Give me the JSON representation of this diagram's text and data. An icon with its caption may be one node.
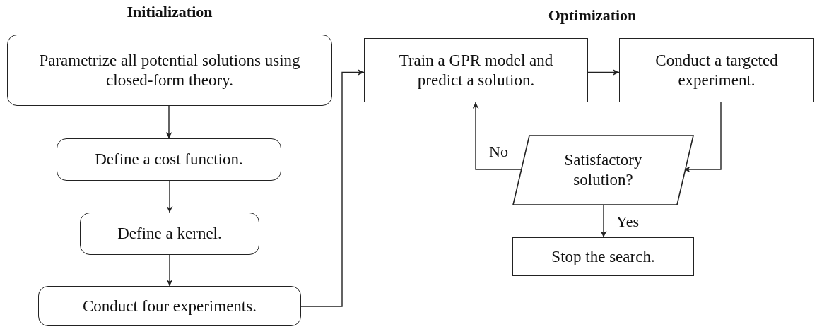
{
  "diagram": {
    "nodes": [
      {
        "text": [
          "Parametrize all potential solutions using closed-form theory."
        ]
      },
      {
        "text": [
          "Define a cost function."
        ]
      },
      {
        "text": [
          "Define a kernel."
        ]
      },
      {
        "text": [
          "Conduct four experiments."
        ]
      },
      {
        "text": [
          "Train a GPR model and predict a solution."
        ]
      },
      {
        "text": [
          "Conduct a targeted experiment."
        ]
      },
      {
        "text": [
          "Satisfactory solution?"
        ]
      },
      {
        "text": [
          "Stop the search."
        ]
      }
    ],
    "edges": [
      {
        "from": 0,
        "to": 1,
        "arrow": "to"
      },
      {
        "from": 1,
        "to": 2,
        "arrow": "to"
      },
      {
        "from": 2,
        "to": 3,
        "arrow": "to"
      },
      {
        "from": 3,
        "to": 4,
        "arrow": "to"
      },
      {
        "from": 4,
        "to": 5,
        "arrow": "to"
      },
      {
        "from": 5,
        "to": 6,
        "arrow": "to"
      },
      {
        "from": 6,
        "to": 4,
        "arrow": "to",
        "label": "No"
      },
      {
        "from": 6,
        "to": 7,
        "arrow": "to",
        "label": "Yes"
      }
    ],
    "labels": [
      "Initialization",
      "Optimization"
    ]
  }
}
